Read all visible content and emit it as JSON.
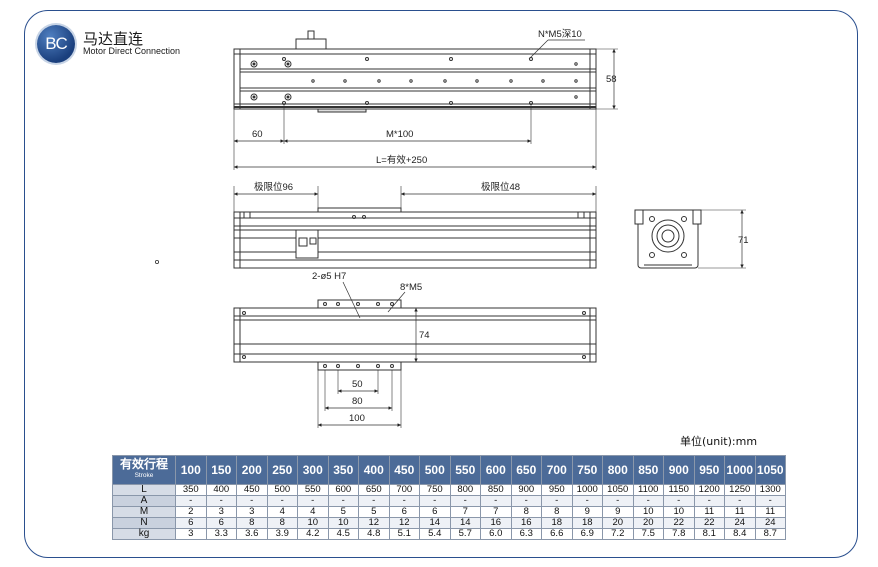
{
  "brand": {
    "badge": "BC",
    "name_cn": "马达直连",
    "name_en": "Motor Direct Connection"
  },
  "annotations": {
    "hole_spec": "N*M5深10",
    "height_58": "58",
    "dim_60": "60",
    "dim_m100": "M*100",
    "dim_length": "L=有效+250",
    "limit_left": "极限位96",
    "limit_right": "极限位48",
    "dim_71": "71",
    "pin_holes": "2-ø5 H7",
    "screw_holes": "8*M5",
    "dim_74": "74",
    "dim_50": "50",
    "dim_80": "80",
    "dim_100": "100"
  },
  "unit_label": "单位(unit):mm",
  "table": {
    "header_cn": "有效行程",
    "header_en": "Stroke",
    "strokes": [
      "100",
      "150",
      "200",
      "250",
      "300",
      "350",
      "400",
      "450",
      "500",
      "550",
      "600",
      "650",
      "700",
      "750",
      "800",
      "850",
      "900",
      "950",
      "1000",
      "1050"
    ],
    "rows": [
      {
        "label": "L",
        "values": [
          "350",
          "400",
          "450",
          "500",
          "550",
          "600",
          "650",
          "700",
          "750",
          "800",
          "850",
          "900",
          "950",
          "1000",
          "1050",
          "1100",
          "1150",
          "1200",
          "1250",
          "1300"
        ]
      },
      {
        "label": "A",
        "values": [
          "-",
          "-",
          "-",
          "-",
          "-",
          "-",
          "-",
          "-",
          "-",
          "-",
          "-",
          "-",
          "-",
          "-",
          "-",
          "-",
          "-",
          "-",
          "-",
          "-"
        ]
      },
      {
        "label": "M",
        "values": [
          "2",
          "3",
          "3",
          "4",
          "4",
          "5",
          "5",
          "6",
          "6",
          "7",
          "7",
          "8",
          "8",
          "9",
          "9",
          "10",
          "10",
          "11",
          "11",
          "11"
        ]
      },
      {
        "label": "N",
        "values": [
          "6",
          "6",
          "8",
          "8",
          "10",
          "10",
          "12",
          "12",
          "14",
          "14",
          "16",
          "16",
          "18",
          "18",
          "20",
          "20",
          "22",
          "22",
          "24",
          "24"
        ]
      },
      {
        "label": "kg",
        "values": [
          "3",
          "3.3",
          "3.6",
          "3.9",
          "4.2",
          "4.5",
          "4.8",
          "5.1",
          "5.4",
          "5.7",
          "6.0",
          "6.3",
          "6.6",
          "6.9",
          "7.2",
          "7.5",
          "7.8",
          "8.1",
          "8.4",
          "8.7"
        ]
      }
    ]
  }
}
